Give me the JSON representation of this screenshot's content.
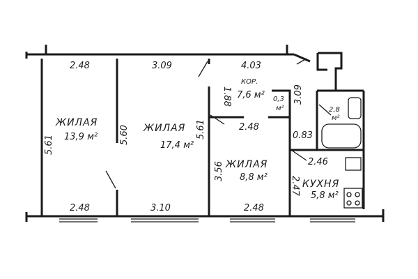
{
  "rooms": {
    "living1": {
      "name": "ЖИЛАЯ",
      "area": "13,9 м²",
      "dim_top": "2.48",
      "dim_bottom": "2.48",
      "dim_side": "5.61"
    },
    "living2": {
      "name": "ЖИЛАЯ",
      "area": "17,4 м²",
      "dim_top": "3.09",
      "dim_bottom": "3.10",
      "dim_left": "5.60",
      "dim_right": "5.61"
    },
    "corridor": {
      "name": "КОР.",
      "area": "7,6 м²",
      "dim_top": "4.03",
      "dim_vertical": "1.88",
      "dim_middle": "2.48"
    },
    "storage": {
      "area_line1": "0,3",
      "area_line2": "м²"
    },
    "living3": {
      "name": "ЖИЛАЯ",
      "area": "8,8 м²",
      "dim_side": "3.56",
      "dim_bottom": "2.48"
    },
    "bath": {
      "area_line1": "2,8",
      "area_line2": "м²",
      "dim_side": "3.09",
      "dim_small": "0.83"
    },
    "kitchen": {
      "name": "КУХНЯ",
      "area": "5,8 м²",
      "dim_side": "2.47",
      "dim_top": "2.46"
    }
  }
}
